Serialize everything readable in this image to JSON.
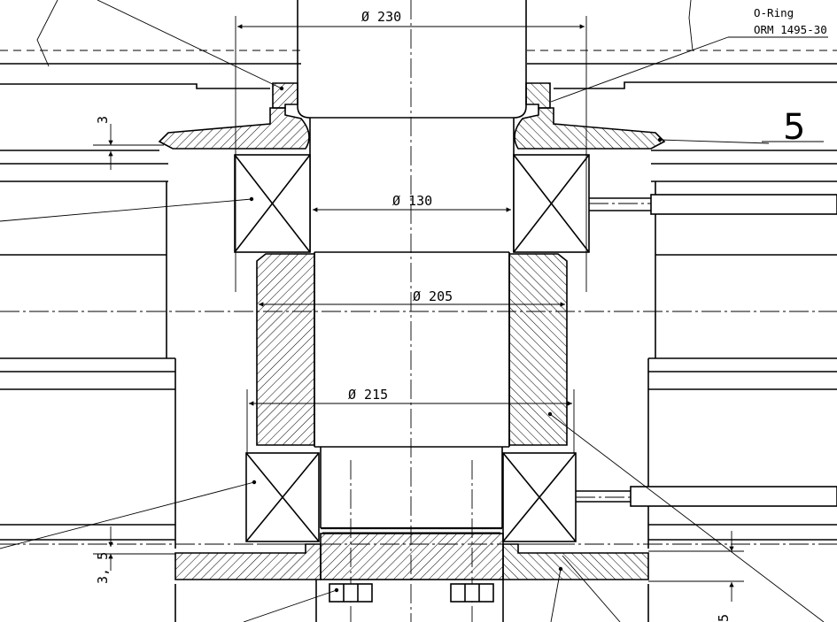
{
  "drawing": {
    "dimensions": {
      "d230": "Ø 230",
      "d130": "Ø 130",
      "d205": "Ø 205",
      "d215": "Ø 215",
      "gap_top": "3",
      "gap_bottom": "3, 5",
      "gap_right": "5"
    },
    "callouts": {
      "oring_title": "O-Ring",
      "oring_part": "ORM 1495-30",
      "item_number": "5"
    }
  }
}
